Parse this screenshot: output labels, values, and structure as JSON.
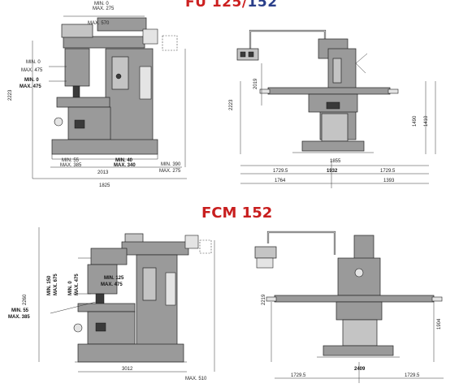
{
  "titles": {
    "top_model": "FU 125/",
    "top_model_suffix": "152",
    "bottom_model": "FCM 152"
  },
  "colors": {
    "title_red": "#cc2020",
    "title_blue": "#2a3f8a",
    "machine_gray": "#9a9a9a"
  },
  "fu_side": {
    "top_min": "MIN. 0",
    "top_min_val": "MAX. 275",
    "top_max": "MAX. 570",
    "left_min": "MIN. 0",
    "left_max": "MAX. 475",
    "left_min2": "MIN. 0",
    "left_max2": "MAX. 475",
    "bottom_min1": "MIN. 55",
    "bottom_max1": "MAX. 385",
    "bottom_min2": "MIN. 40",
    "bottom_max2": "MAX. 340",
    "right_min": "MIN. 390",
    "right_max": "MAX. 275",
    "height": "2223",
    "depth": "2013",
    "overall": "1825"
  },
  "fu_front": {
    "h1": "2223",
    "h2": "2019",
    "h3": "1490",
    "h4": "1410",
    "width_top": "1855",
    "left": "1729.5",
    "center": "1932",
    "right": "1729.5",
    "bottom_left": "1764",
    "bottom_right": "1393"
  },
  "fcm_side": {
    "height": "2260",
    "a_min": "MIN. 150",
    "a_max": "MAX. 675",
    "b_min": "MIN. 0",
    "b_max": "MAX. 475",
    "c_min": "MIN. 125",
    "c_max": "MAX. 475",
    "d_min": "MIN. 55",
    "d_max": "MAX. 385",
    "depth": "3012",
    "bottom_max": "MAX. 510"
  },
  "fcm_front": {
    "h1": "2219",
    "h2": "1904",
    "left": "1729.5",
    "center": "2409",
    "right": "1729.5"
  }
}
